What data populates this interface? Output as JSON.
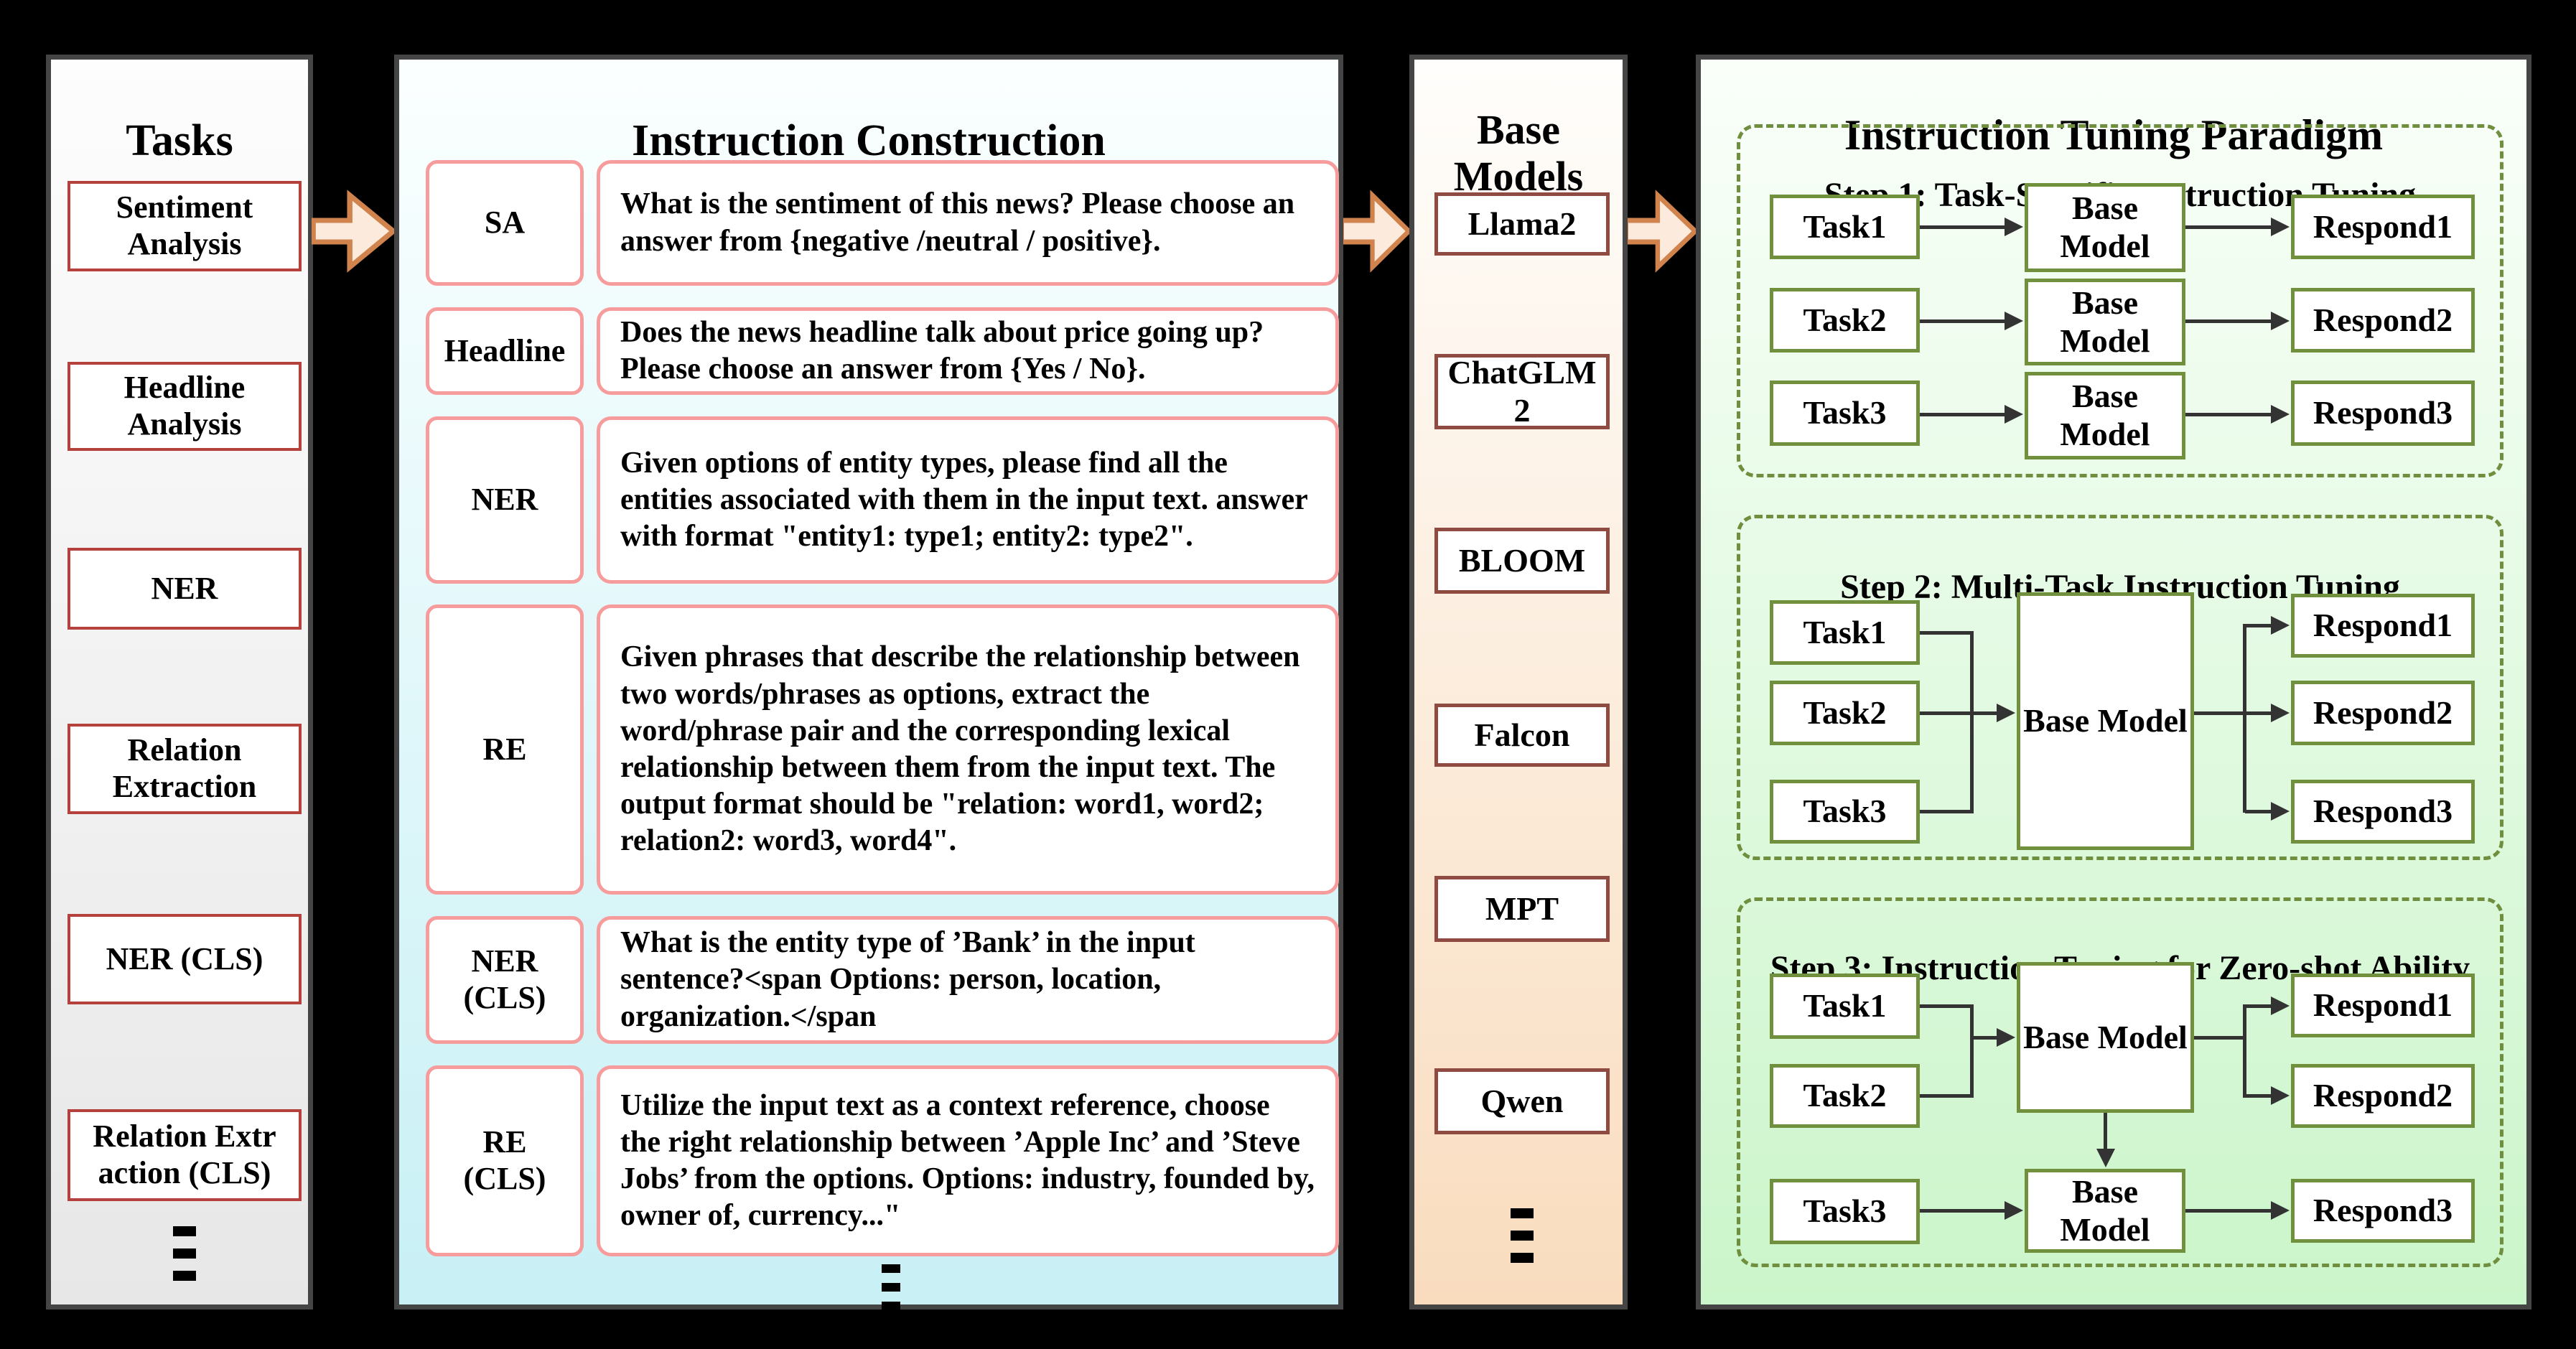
{
  "figure": {
    "tasks_panel": {
      "title": "Tasks",
      "items": [
        "Sentiment Analysis",
        "Headline Analysis",
        "NER",
        "Relation Extraction",
        "NER (CLS)",
        "Relation Extr\naction (CLS)"
      ],
      "ellipsis": "⋮"
    },
    "instruction_panel": {
      "title": "Instruction Construction",
      "rows": [
        {
          "label": "SA",
          "text": "What is the sentiment of this news? Please choose an answer from {negative /neutral / positive}."
        },
        {
          "label": "Headline",
          "text": "Does the news headline talk about price going up? Please choose an answer from {Yes / No}."
        },
        {
          "label": "NER",
          "text": "Given options of entity types, please find all the entities associated with them in the input text. answer with format \"entity1: type1; entity2: type2\"."
        },
        {
          "label": "RE",
          "text": "Given phrases that describe the relationship between two words/phrases as options, extract the word/phrase pair and the corresponding lexical relationship between them from the input text. The output format should be \"relation: word1, word2; relation2: word3, word4\"."
        },
        {
          "label": "NER\n(CLS)",
          "text": "What is the entity type of ’Bank’ in the input sentence?<span Options: person, location, organization.</span"
        },
        {
          "label": "RE\n(CLS)",
          "text": "Utilize the input text as a context reference, choose the right relationship between ’Apple Inc’ and ’Steve Jobs’ from the options. Options: industry, founded by, owner of, currency...\""
        }
      ],
      "ellipsis": "⋮"
    },
    "base_models_panel": {
      "title": "Base Models",
      "items": [
        "Llama2",
        "ChatGLM\n2",
        "BLOOM",
        "Falcon",
        "MPT",
        "Qwen"
      ],
      "ellipsis": "⋮"
    },
    "paradigm_panel": {
      "title": "Instruction Tuning Paradigm",
      "step1": {
        "title": "Step 1: Task-Specific Instruction Tuning",
        "rows": [
          {
            "task": "Task1",
            "model": "Base Model",
            "respond": "Respond1"
          },
          {
            "task": "Task2",
            "model": "Base Model",
            "respond": "Respond2"
          },
          {
            "task": "Task3",
            "model": "Base Model",
            "respond": "Respond3"
          }
        ]
      },
      "step2": {
        "title": "Step 2: Multi-Task Instruction Tuning",
        "tasks": [
          "Task1",
          "Task2",
          "Task3"
        ],
        "model": "Base Model",
        "responds": [
          "Respond1",
          "Respond2",
          "Respond3"
        ]
      },
      "step3": {
        "title": "Step 3: Instruction Tuning for Zero-shot Ability",
        "tasks_top": [
          "Task1",
          "Task2"
        ],
        "model_top": "Base Model",
        "responds_top": [
          "Respond1",
          "Respond2"
        ],
        "task_bottom": "Task3",
        "model_bottom": "Base Model",
        "respond_bottom": "Respond3"
      }
    },
    "colors": {
      "background": "#000000",
      "task_box_border": "#B5413C",
      "instruction_box_border": "#F79C9C",
      "model_box_border": "#8F4A42",
      "paradigm_green": "#6F8F3F",
      "flow_arrow_fill": "#FCEBDC",
      "flow_arrow_border": "#D0834C",
      "connector": "#333333"
    }
  }
}
